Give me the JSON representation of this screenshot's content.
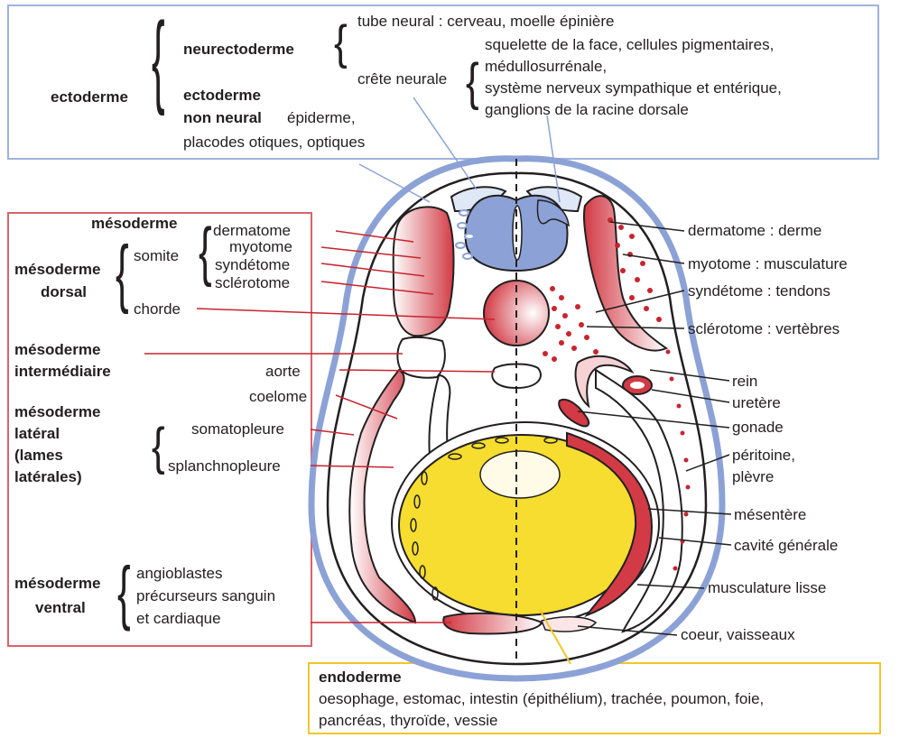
{
  "ectoderm_box": {
    "ectoderme": "ectoderme",
    "neurectoderme": "neurectoderme",
    "tube_neural": "tube neural : cerveau, moelle épinière",
    "crete_neurale": "crête neurale",
    "crete_line1": "squelette de la face, cellules pigmentaires,",
    "crete_line2": "médullosurrénale,",
    "crete_line3": "système nerveux sympathique et entérique,",
    "crete_line4": "ganglions de la racine dorsale",
    "ecto_non_neural_1": "ectoderme",
    "ecto_non_neural_2": "non neural",
    "epiderme": "épiderme,",
    "placodes": "placodes otiques, optiques"
  },
  "mesoderm_box": {
    "mesoderme": "mésoderme",
    "mesoderme_dorsal_1": "mésoderme",
    "mesoderme_dorsal_2": "dorsal",
    "somite": "somite",
    "dermatome": "dermatome",
    "myotome": "myotome",
    "syndetome": "syndétome",
    "sclerotome": "sclérotome",
    "chorde": "chorde",
    "intermediaire_1": "mésoderme",
    "intermediaire_2": "intermédiaire",
    "aorte": "aorte",
    "coelome": "coelome",
    "lateral_1": "mésoderme",
    "lateral_2": "latéral",
    "lateral_3": "(lames",
    "lateral_4": "latérales)",
    "somatopleure": "somatopleure",
    "splanchnopleure": "splanchnopleure",
    "ventral_1": "mésoderme",
    "ventral_2": "ventral",
    "angioblastes": "angioblastes",
    "precurseurs": "précurseurs sanguin",
    "cardiaque": "et cardiaque"
  },
  "right_labels": {
    "dermatome": "dermatome : derme",
    "myotome": "myotome : musculature",
    "syndetome": "syndétome : tendons",
    "sclerotome": "sclérotome : vertèbres",
    "rein": "rein",
    "uretere": "uretère",
    "gonade": "gonade",
    "peritoine": "péritoine,",
    "plevre": "plèvre",
    "mesentere": "mésentère",
    "cavite": "cavité générale",
    "musculature_lisse": "musculature lisse",
    "coeur": "coeur, vaisseaux"
  },
  "endoderm_box": {
    "title": "endoderme",
    "line1": "oesophage, estomac, intestin (épithélium), trachée, poumon, foie,",
    "line2": "pancréas, thyroïde, vessie"
  },
  "colors": {
    "ectoderm_blue": "#8ca2d6",
    "ectoderm_border": "#9fb3dc",
    "mesoderm_red": "#c8242f",
    "mesoderm_border": "#d9626b",
    "endoderm_yellow": "#f6dd2f",
    "endoderm_border": "#f2c62a"
  }
}
